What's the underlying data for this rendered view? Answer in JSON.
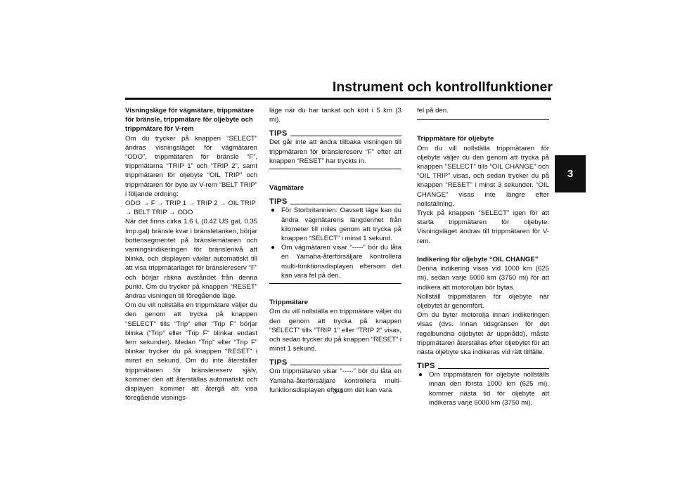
{
  "header": {
    "title": "Instrument och kontrollfunktioner",
    "chapter_tab": "3"
  },
  "page_number": "3-4",
  "col1": {
    "heading": "Visningsläge för vägmätare, trippmätare för bränsle, trippmätare för oljebyte och trippmätare för V-rem",
    "p1": "Om du trycker på knappen “SELECT” ändras visningsläget för vägmätaren “ODO”, trippmätaren för bränsle “F”, trippmätarna “TRIP 1” och “TRIP 2”, samt trippmätaren för oljebyte “OIL TRIP” och trippmätaren för byte av V-rem “BELT TRIP” i följande ordning:",
    "sequence": "ODO → F → TRIP 1 → TRIP 2 → OIL TRIP → BELT TRIP → ODO",
    "p2": "När det finns cirka 1.6 L (0.42 US gal, 0.35 Imp.gal) bränsle kvar i bränsletanken, börjar bottensegmentet på bränslemätaren och varningsindikeringen för bränslenivå att blinka, och displayen växlar automatiskt till att visa trippmätarläget för bränslereserv “F” och börjar räkna avståndet från denna punkt. Om du trycker på knappen “RESET” ändras visningen till föregående läge.",
    "p3": "Om du vill nollställa en trippmätare väljer du den genom att trycka på knappen “SELECT” tills “Trip” eller “Trip F” börjar blinka (“Trip” eller “Trip F” blinkar endast fem sekunder). Medan “Trip” eller “Trip F” blinkar trycker du på knappen “RESET” i minst en sekund. Om du inte återställer trippmätaren för bränslereserv själv, kommer den att återställas automatiskt och displayen kommer att återgå att visa föregående visnings-"
  },
  "col2": {
    "p_cont": "läge när du har tankat och kört i 5 km (3 mi).",
    "tips1_label": "TIPS",
    "tips1_text": "Det går inte att ändra tillbaka visningen till trippmätaren för bränslereserv “F” efter att knappen “RESET” har tryckts in.",
    "h_vag": "Vägmätare",
    "tips2_label": "TIPS",
    "tips2_items": [
      "För Storbritannien: Oavsett läge kan du ändra vägmätarens längdenhet från kilometer till miles genom att trycka på knappen “SELECT” i minst 1 sekund.",
      "Om vägmätaren visar “-----” bör du låta en Yamaha-återförsäljare kontrollera multi-funktionsdisplayen eftersom det kan vara fel på den."
    ],
    "h_trip": "Trippmätare",
    "p_trip": "Om du vill nollställa en trippmätare väljer du den genom att trycka på knappen “SELECT” tills “TRIP 1” eller “TRIP 2” visas, och sedan trycker du på knappen “RESET” i minst 1 sekund.",
    "tips3_label": "TIPS",
    "tips3_text": "Om trippmätaren visar “-----” bör du låta en Yamaha-återförsäljare kontrollera multi-funktionsdisplayen eftersom det kan vara"
  },
  "col3": {
    "p_cont": "fel på den.",
    "h_oil_trip": "Trippmätare för oljebyte",
    "p_oil_trip1": "Om du vill nollställa trippmätaren för oljebyte väljer du den genom att trycka på knappen “SELECT” tills “OIL CHANGE” och “OIL TRIP” visas, och sedan trycker du på knappen “RESET” i minst 3 sekunder. “OIL CHANGE” visas inte längre efter nollställning.",
    "p_oil_trip2": "Tryck på knappen “SELECT” igen för att starta trippmätaren för oljebyte. Visningsläget ändras till trippmätaren för V-rem.",
    "h_oil_change": "Indikering för oljebyte “OIL CHANGE”",
    "p_oil_change1": "Denna indikering visas vid 1000 km (625 mi), sedan varje 6000 km (3750 mi) för att indikera att motoroljan bör bytas.",
    "p_oil_change2": "Nollställ trippmätaren för oljebyte när oljebytet är genomfört.",
    "p_oil_change3": "Om du byter motorolja innan indikeringen visas (dvs. innan tidsgränsen för det regelbundna oljebytet är uppnådd), måste trippmätaren återställas efter oljebytet för att nästa oljebyte ska indikeras vid rätt tillfälle.",
    "tips4_label": "TIPS",
    "tips4_items": [
      "Om trippmätaren för oljebyte nollställs innan den första 1000 km (625 mi), kommer nästa tid för oljebyte att indikeras varje 6000 km (3750 mi)."
    ]
  },
  "icons": {
    "bullet": "●"
  }
}
